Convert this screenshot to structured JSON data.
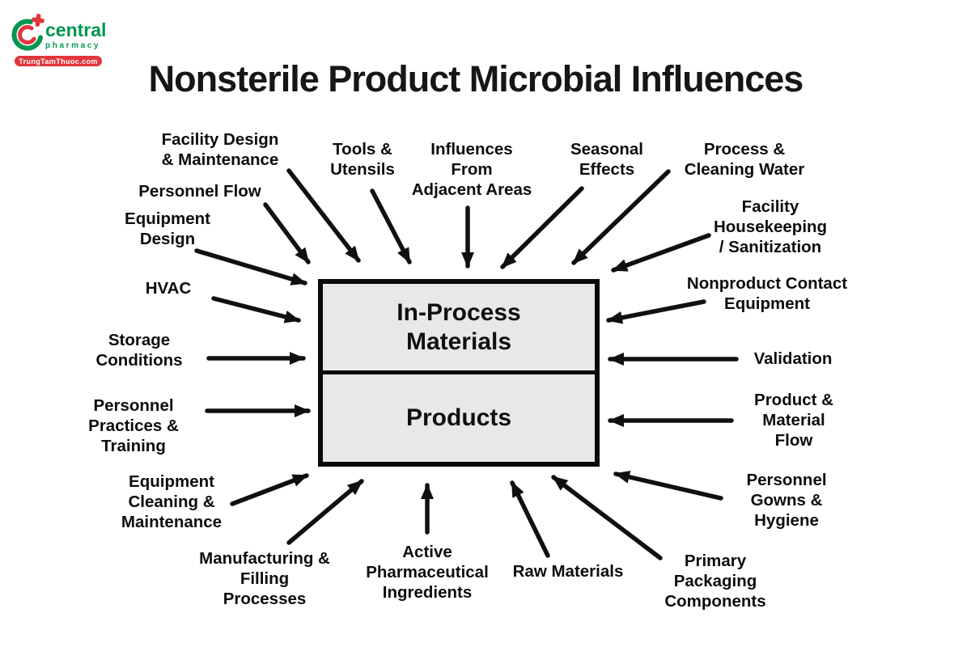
{
  "logo": {
    "brand": "central",
    "brand_sub": "pharmacy",
    "banner": "TrungTamThuoc.com"
  },
  "colors": {
    "ink": "#101010",
    "box_fill": "#e8e8e8",
    "logo_green": "#009651",
    "logo_red": "#e1353c",
    "banner_red": "#e1353c"
  },
  "title": "Nonsterile Product Microbial Influences",
  "center_box": {
    "top_label": "In-Process\nMaterials",
    "bottom_label": "Products"
  },
  "influences": [
    {
      "id": "facility-design-maintenance",
      "label": "Facility Design\n& Maintenance"
    },
    {
      "id": "personnel-flow",
      "label": "Personnel Flow"
    },
    {
      "id": "tools-utensils",
      "label": "Tools &\nUtensils"
    },
    {
      "id": "influences-from-adjacent-areas",
      "label": "Influences\nFrom\nAdjacent Areas"
    },
    {
      "id": "seasonal-effects",
      "label": "Seasonal\nEffects"
    },
    {
      "id": "process-cleaning-water",
      "label": "Process &\nCleaning Water"
    },
    {
      "id": "equipment-design",
      "label": "Equipment\nDesign"
    },
    {
      "id": "facility-housekeeping-sanitization",
      "label": "Facility\nHousekeeping\n/ Sanitization"
    },
    {
      "id": "hvac",
      "label": "HVAC"
    },
    {
      "id": "nonproduct-contact-equipment",
      "label": "Nonproduct Contact\nEquipment"
    },
    {
      "id": "storage-conditions",
      "label": "Storage\nConditions"
    },
    {
      "id": "validation",
      "label": "Validation"
    },
    {
      "id": "personnel-practices-training",
      "label": "Personnel\nPractices &\nTraining"
    },
    {
      "id": "product-material-flow",
      "label": "Product &\nMaterial\nFlow"
    },
    {
      "id": "equipment-cleaning-maintenance",
      "label": "Equipment\nCleaning &\nMaintenance"
    },
    {
      "id": "personnel-gowns-hygiene",
      "label": "Personnel\nGowns &\nHygiene"
    },
    {
      "id": "manufacturing-filling-processes",
      "label": "Manufacturing &\nFilling\nProcesses"
    },
    {
      "id": "active-pharmaceutical-ingredients",
      "label": "Active\nPharmaceutical\nIngredients"
    },
    {
      "id": "raw-materials",
      "label": "Raw Materials"
    },
    {
      "id": "primary-packaging-components",
      "label": "Primary\nPackaging\nComponents"
    }
  ]
}
